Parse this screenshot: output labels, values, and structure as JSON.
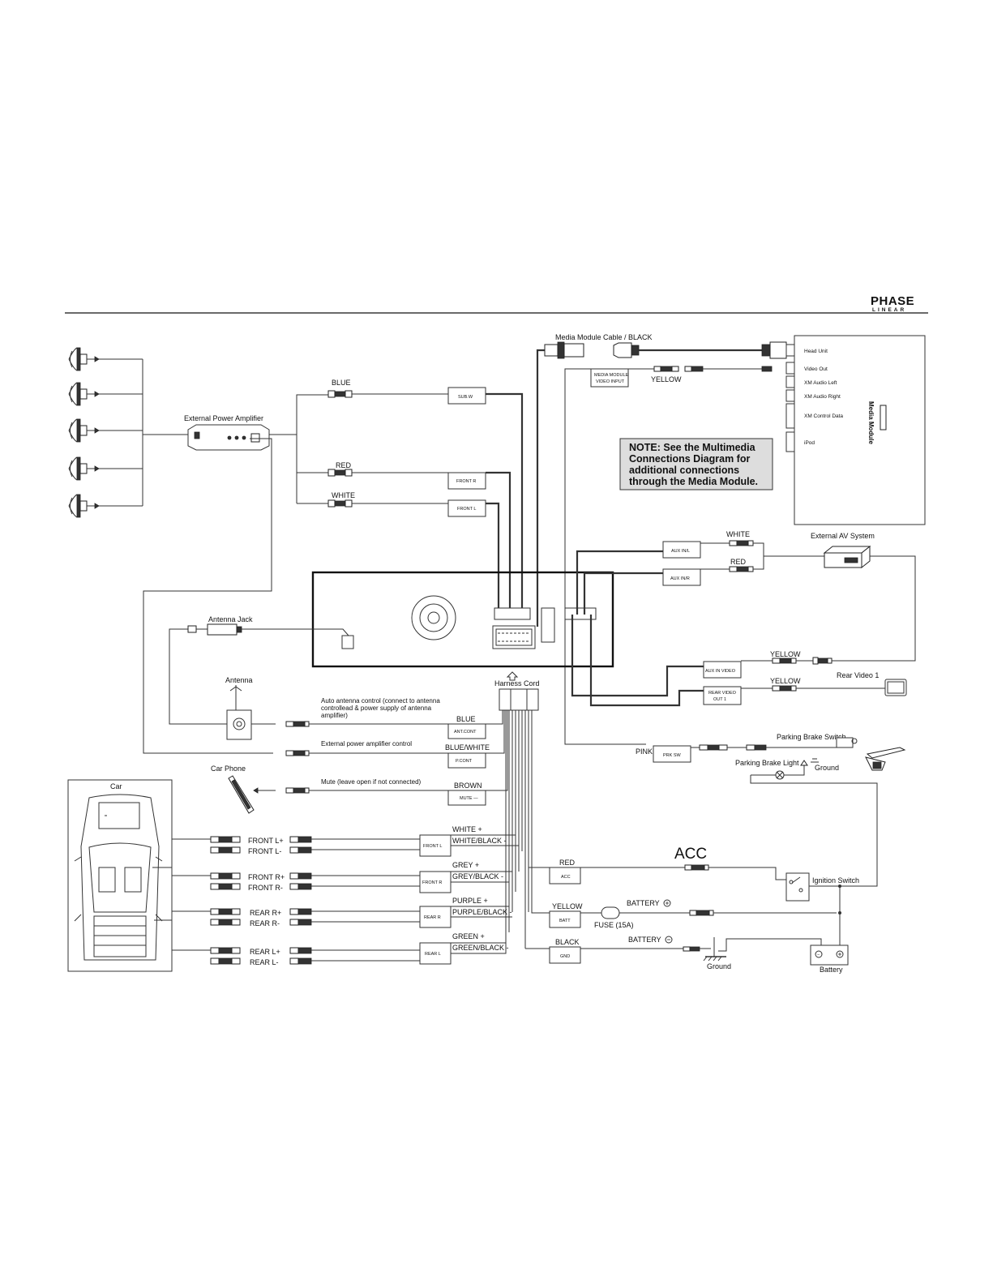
{
  "logo": {
    "line1": "PHASE",
    "line2": "LINEAR"
  },
  "speakers": [
    "speaker-1",
    "speaker-2",
    "speaker-3",
    "speaker-4",
    "speaker-5"
  ],
  "labels": {
    "external_power_amplifier": "External Power Amplifier",
    "antenna_jack": "Antenna Jack",
    "antenna": "Antenna",
    "car_phone": "Car Phone",
    "car": "Car",
    "harness_cord": "Harness Cord",
    "media_module_cable": "Media Module Cable / BLACK",
    "external_av_system": "External AV System",
    "rear_video_1": "Rear Video 1",
    "parking_brake_switch": "Parking Brake Switch",
    "parking_brake_light": "Parking Brake Light",
    "ground_pb": "Ground",
    "ignition_switch": "Ignition Switch",
    "ground": "Ground",
    "battery": "Battery",
    "acc": "ACC",
    "fuse": "FUSE (15A)",
    "battery_plus": "BATTERY",
    "battery_minus": "BATTERY",
    "auto_antenna_1": "Auto antenna control (connect to antenna",
    "auto_antenna_2": "controllead & power supply of antenna",
    "auto_antenna_3": "amplifier)",
    "ext_amp_control": "External power amplifier control",
    "mute": "Mute (leave open if not connected)"
  },
  "note": {
    "line1": "NOTE: See the Multimedia",
    "line2": "Connections Diagram for",
    "line3": "additional connections",
    "line4": "through the Media Module."
  },
  "media_module": {
    "title": "Media Module",
    "ports": [
      "Head Unit",
      "Video Out",
      "XM Audio Left",
      "XM Audio Right",
      "XM Control Data",
      "iPod"
    ],
    "video_input_1": "MEDIA MODULE",
    "video_input_2": "VIDEO INPUT"
  },
  "rca": {
    "blue": "BLUE",
    "red": "RED",
    "white": "WHITE",
    "sub_w": "SUB.W",
    "front_r": "FRONT R",
    "front_l": "FRONT L",
    "yellow_mm": "YELLOW",
    "aux_white": "WHITE",
    "aux_red": "RED",
    "aux_in_l": "AUX IN/L",
    "aux_in_r": "AUX IN/R",
    "aux_video_yellow": "YELLOW",
    "aux_in_video": "AUX IN VIDEO",
    "rear_video_yellow": "YELLOW",
    "rear_video_out_1": "REAR VIDEO",
    "rear_video_out_2": "OUT 1",
    "pink": "PINK",
    "prk_sw": "PRK SW"
  },
  "control_wires": {
    "blue": "BLUE",
    "ant_cont": "ANT.CONT",
    "blue_white": "BLUE/WHITE",
    "p_cont": "P.CONT",
    "brown": "BROWN",
    "mute_box": "MUTE —"
  },
  "speaker_wires": {
    "front_l_plus": "FRONT L+",
    "front_l_minus": "FRONT L-",
    "front_r_plus": "FRONT R+",
    "front_r_minus": "FRONT R-",
    "rear_r_plus": "REAR R+",
    "rear_r_minus": "REAR R-",
    "rear_l_plus": "REAR L+",
    "rear_l_minus": "REAR L-",
    "white_plus": "WHITE +",
    "white_black_minus": "WHITE/BLACK -",
    "grey_plus": "GREY +",
    "grey_black_minus": "GREY/BLACK -",
    "purple_plus": "PURPLE +",
    "purple_black_minus": "PURPLE/BLACK -",
    "green_plus": "GREEN +",
    "green_black_minus": "GREEN/BLACK -",
    "box_front_l": "FRONT L",
    "box_front_r": "FRONT R",
    "box_rear_r": "REAR R",
    "box_rear_l": "REAR L"
  },
  "power_wires": {
    "red": "RED",
    "acc_box": "ACC",
    "yellow": "YELLOW",
    "batt_box": "BATT",
    "black": "BLACK",
    "gnd_box": "GND"
  }
}
